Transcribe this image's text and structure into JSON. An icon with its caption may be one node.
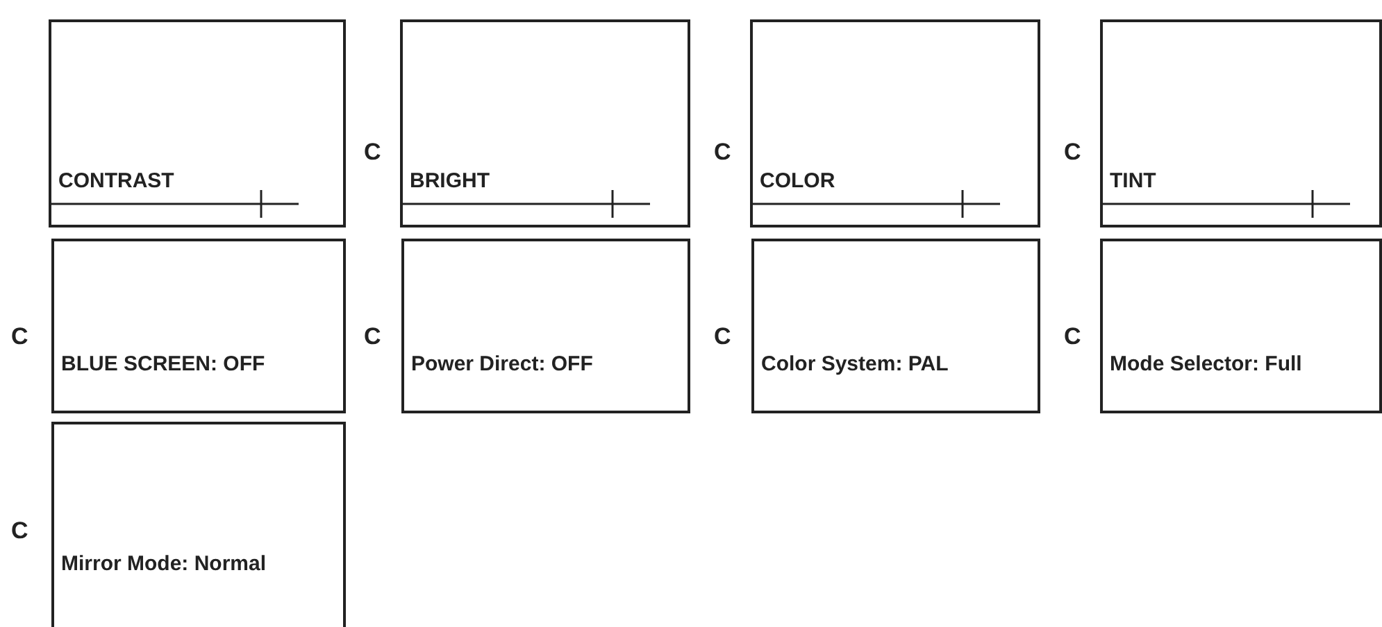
{
  "diagram": {
    "nodes": [
      {
        "text": [
          "CONTRAST"
        ]
      },
      {
        "text": [
          "BRIGHT"
        ]
      },
      {
        "text": [
          "COLOR"
        ]
      },
      {
        "text": [
          "TINT"
        ]
      },
      {
        "text": [
          "BLUE SCREEN: OFF"
        ]
      },
      {
        "text": [
          "Power Direct: OFF"
        ]
      },
      {
        "text": [
          "Color System: PAL"
        ]
      },
      {
        "text": [
          "Mode Selector: Full"
        ]
      },
      {
        "text": [
          "Mirror Mode: Normal"
        ]
      }
    ],
    "labels": [
      "C",
      "C",
      "C",
      "C",
      "C",
      "C",
      "C",
      "C"
    ]
  }
}
